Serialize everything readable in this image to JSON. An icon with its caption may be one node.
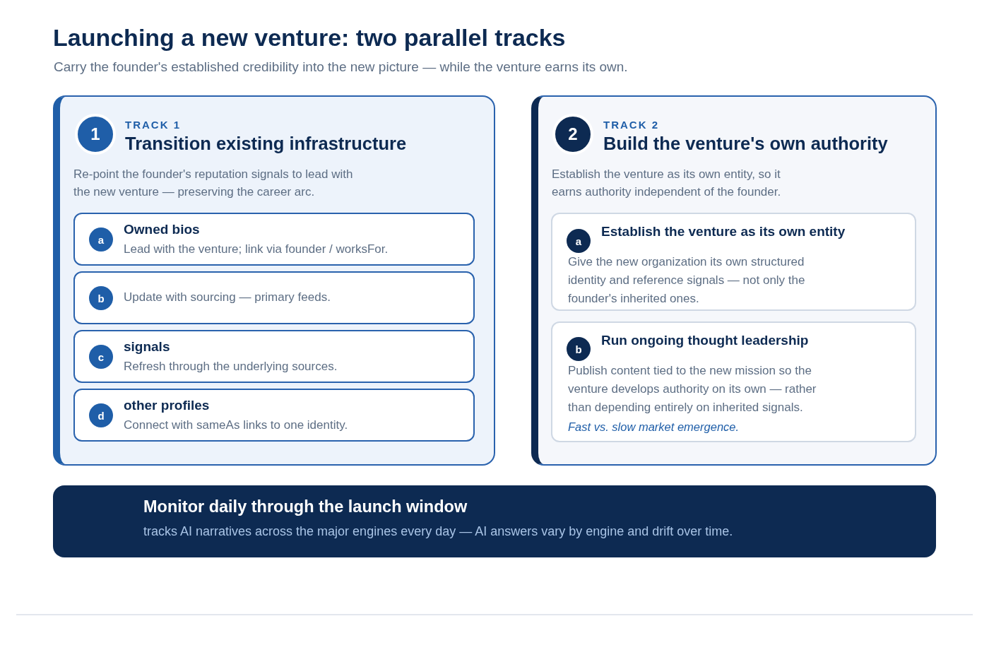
{
  "diagram": {
    "title": "Launching a new venture: two parallel tracks",
    "nodes": [
      {
        "text": [
          "TRACK 1",
          "Transition existing infrastructure",
          "Re-point the founder's reputation signals to lead with the new venture — preserving the career arc."
        ]
      },
      {
        "text": [
          "1"
        ],
        "in": 0
      },
      {
        "text": [
          "Owned bios",
          "Lead with the venture; link via founder / worksFor."
        ],
        "in": 0
      },
      {
        "text": [
          "a"
        ],
        "in": 2
      },
      {
        "text": [
          "Update with sourcing — primary feeds."
        ],
        "in": 0
      },
      {
        "text": [
          "b"
        ],
        "in": 4
      },
      {
        "text": [
          "signals",
          "Refresh through the underlying sources."
        ],
        "in": 0
      },
      {
        "text": [
          "c"
        ],
        "in": 6
      },
      {
        "text": [
          "other profiles",
          "Connect with sameAs links to one identity."
        ],
        "in": 0
      },
      {
        "text": [
          "d"
        ],
        "in": 8
      },
      {
        "text": [
          "TRACK 2",
          "Build the venture's own authority",
          "Establish the venture as its own entity, so it earns authority independent of the founder."
        ]
      },
      {
        "text": [
          "2"
        ],
        "in": 10
      },
      {
        "text": [
          "Establish the venture as its own entity",
          "Give the new organization its own structured identity and reference signals — not only the founder's inherited ones."
        ],
        "in": 10
      },
      {
        "text": [
          "a"
        ],
        "in": 12
      },
      {
        "text": [
          "Run ongoing thought leadership",
          "Publish content tied to the new mission so the venture develops authority on its own — rather than depending entirely on inherited signals.",
          "Fast vs. slow market emergence."
        ],
        "in": 10
      },
      {
        "text": [
          "b"
        ],
        "in": 14
      },
      {
        "text": [
          "Monitor daily through the launch window",
          "tracks AI narratives across the major engines every day — AI answers vary by engine and drift over time."
        ]
      }
    ],
    "labels": [
      "Carry the founder's established credibility into the new picture — while the venture earns its own."
    ]
  }
}
